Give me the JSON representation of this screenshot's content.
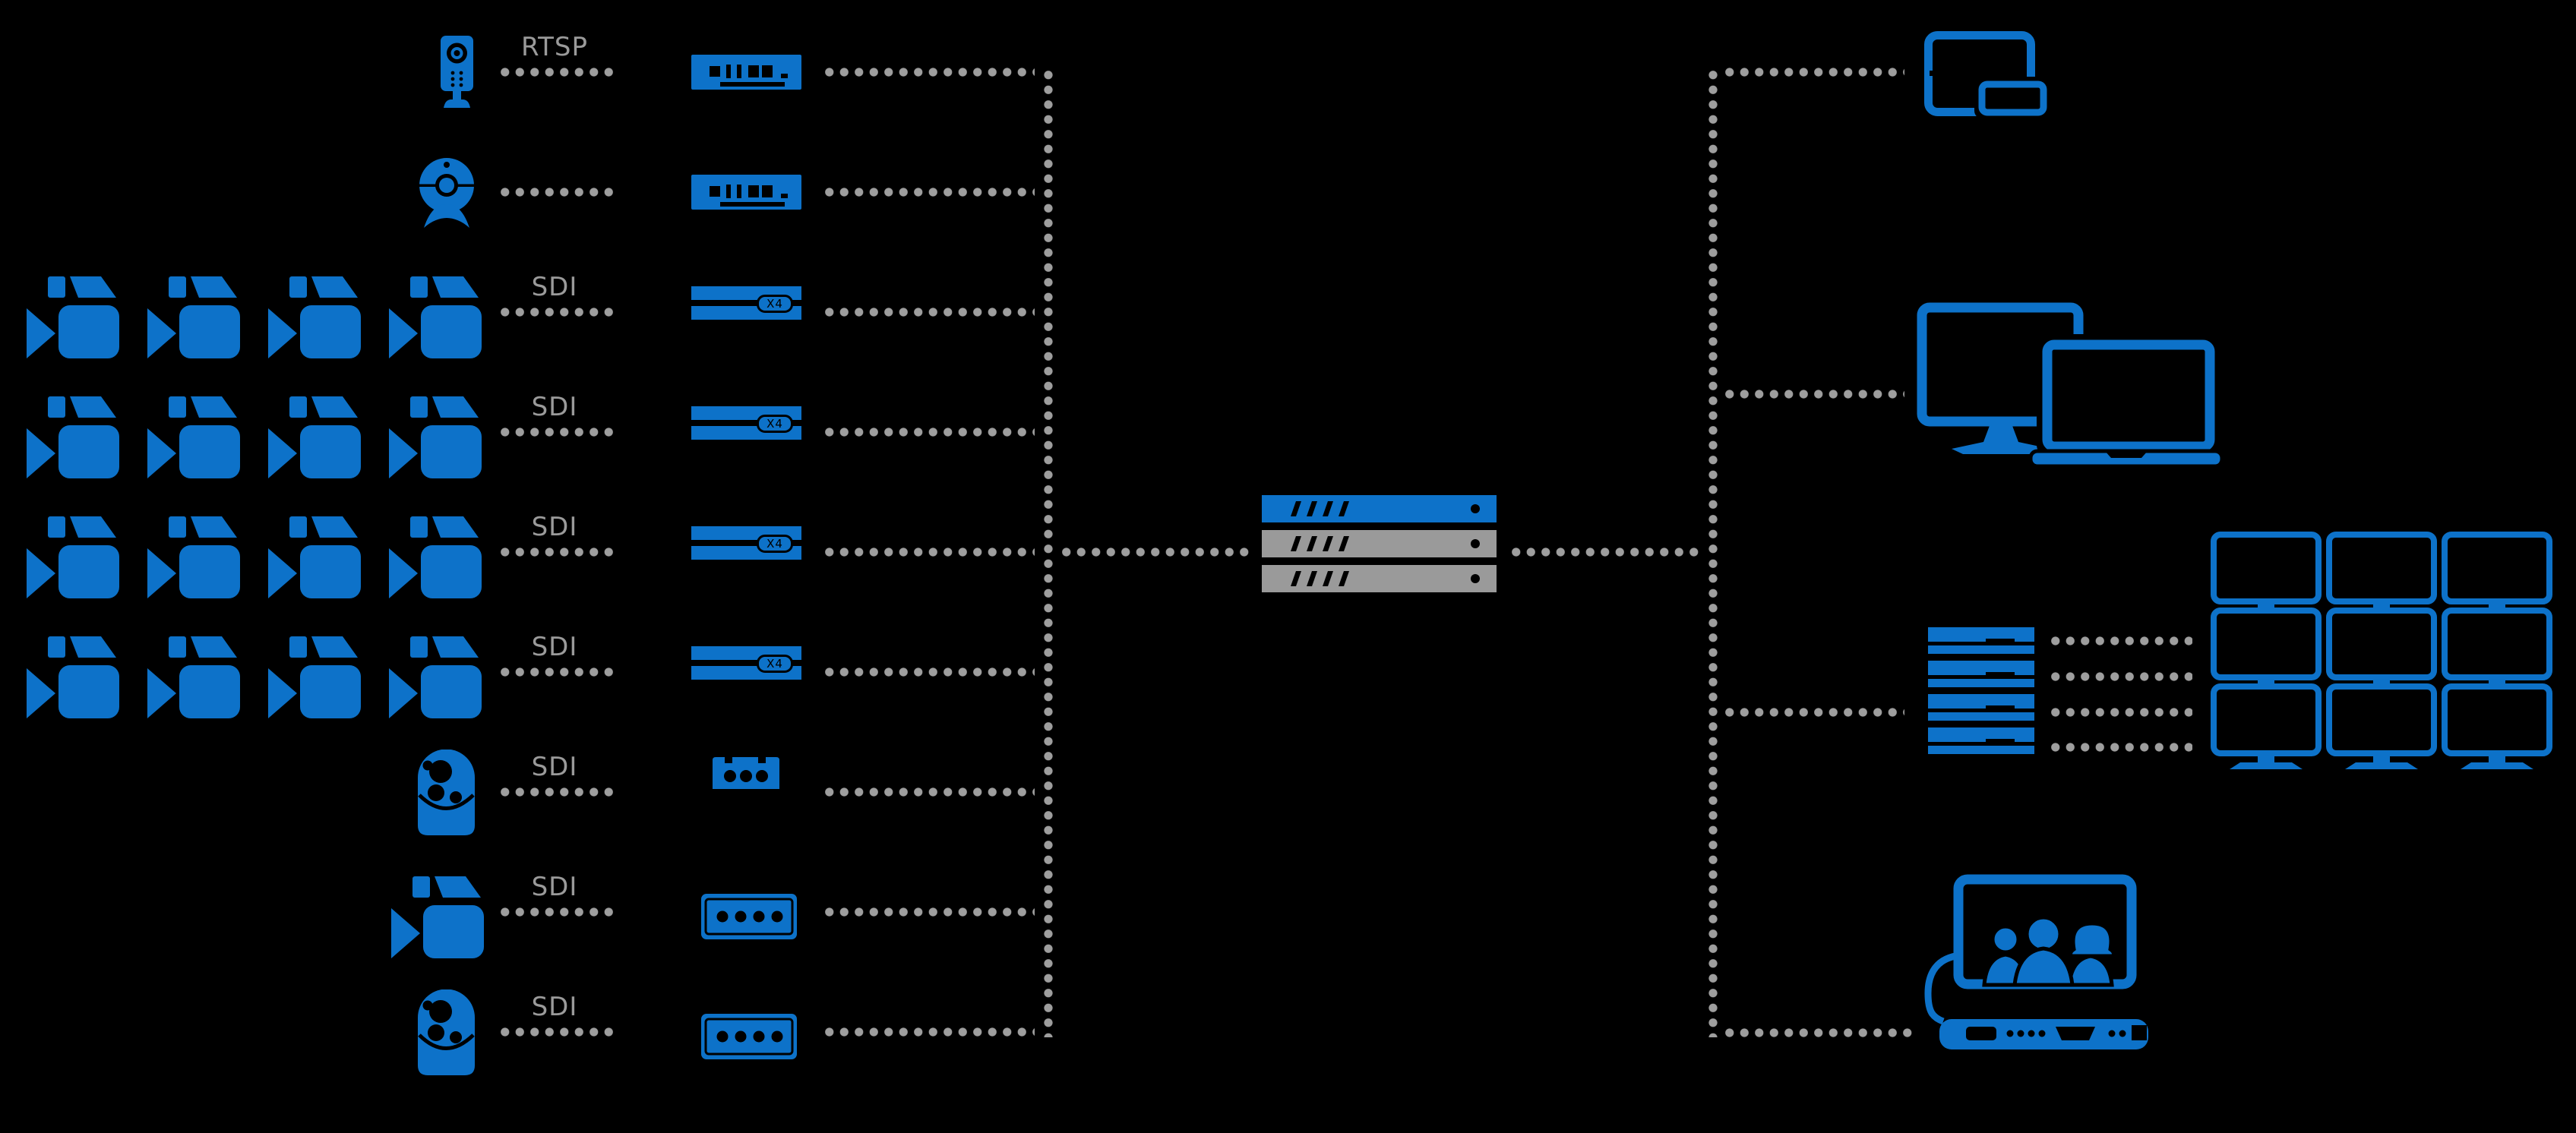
{
  "colors": {
    "accent": "#0d72c9",
    "device_gray": "#9a9a9a",
    "dotted_line": "#9e9e9e",
    "label_text": "#9a9a9a",
    "background": "#000000"
  },
  "labels": {
    "rtsp": "RTSP",
    "sdi": "SDI",
    "multiplier_badge": "X4"
  },
  "diagram": {
    "sources": [
      {
        "name": "ip-camera",
        "protocol": "RTSP",
        "device_count": 1,
        "encoder": "2-channel-rack-encoder"
      },
      {
        "name": "webcam",
        "protocol": "",
        "device_count": 1,
        "encoder": "2-channel-rack-encoder"
      },
      {
        "name": "camcorder-group-1",
        "protocol": "SDI",
        "device_count": 4,
        "encoder": "x4-multichannel-encoder"
      },
      {
        "name": "camcorder-group-2",
        "protocol": "SDI",
        "device_count": 4,
        "encoder": "x4-multichannel-encoder"
      },
      {
        "name": "camcorder-group-3",
        "protocol": "SDI",
        "device_count": 4,
        "encoder": "x4-multichannel-encoder"
      },
      {
        "name": "camcorder-group-4",
        "protocol": "SDI",
        "device_count": 4,
        "encoder": "x4-multichannel-encoder"
      },
      {
        "name": "ptz-dome-camera-1",
        "protocol": "SDI",
        "device_count": 1,
        "encoder": "3-port-capture-box"
      },
      {
        "name": "camcorder-single",
        "protocol": "SDI",
        "device_count": 1,
        "encoder": "4-port-capture-box"
      },
      {
        "name": "ptz-dome-camera-2",
        "protocol": "SDI",
        "device_count": 1,
        "encoder": "4-port-capture-box"
      }
    ],
    "server_stack": {
      "units": [
        {
          "color": "#0d72c9"
        },
        {
          "color": "#9a9a9a"
        },
        {
          "color": "#9a9a9a"
        }
      ]
    },
    "outputs": [
      {
        "name": "mobile-devices",
        "devices": [
          "tablet",
          "smartphone"
        ]
      },
      {
        "name": "desktop-and-laptop",
        "devices": [
          "desktop-monitor",
          "laptop"
        ]
      },
      {
        "name": "decoder-rack-video-wall",
        "devices": [
          "decoder-rack",
          "video-wall"
        ],
        "wall_rows": 3,
        "wall_cols": 3,
        "decoder_units": 4,
        "decoder_links": 4
      },
      {
        "name": "video-conferencing-system",
        "devices": [
          "conference-display",
          "codec-unit"
        ]
      }
    ]
  }
}
